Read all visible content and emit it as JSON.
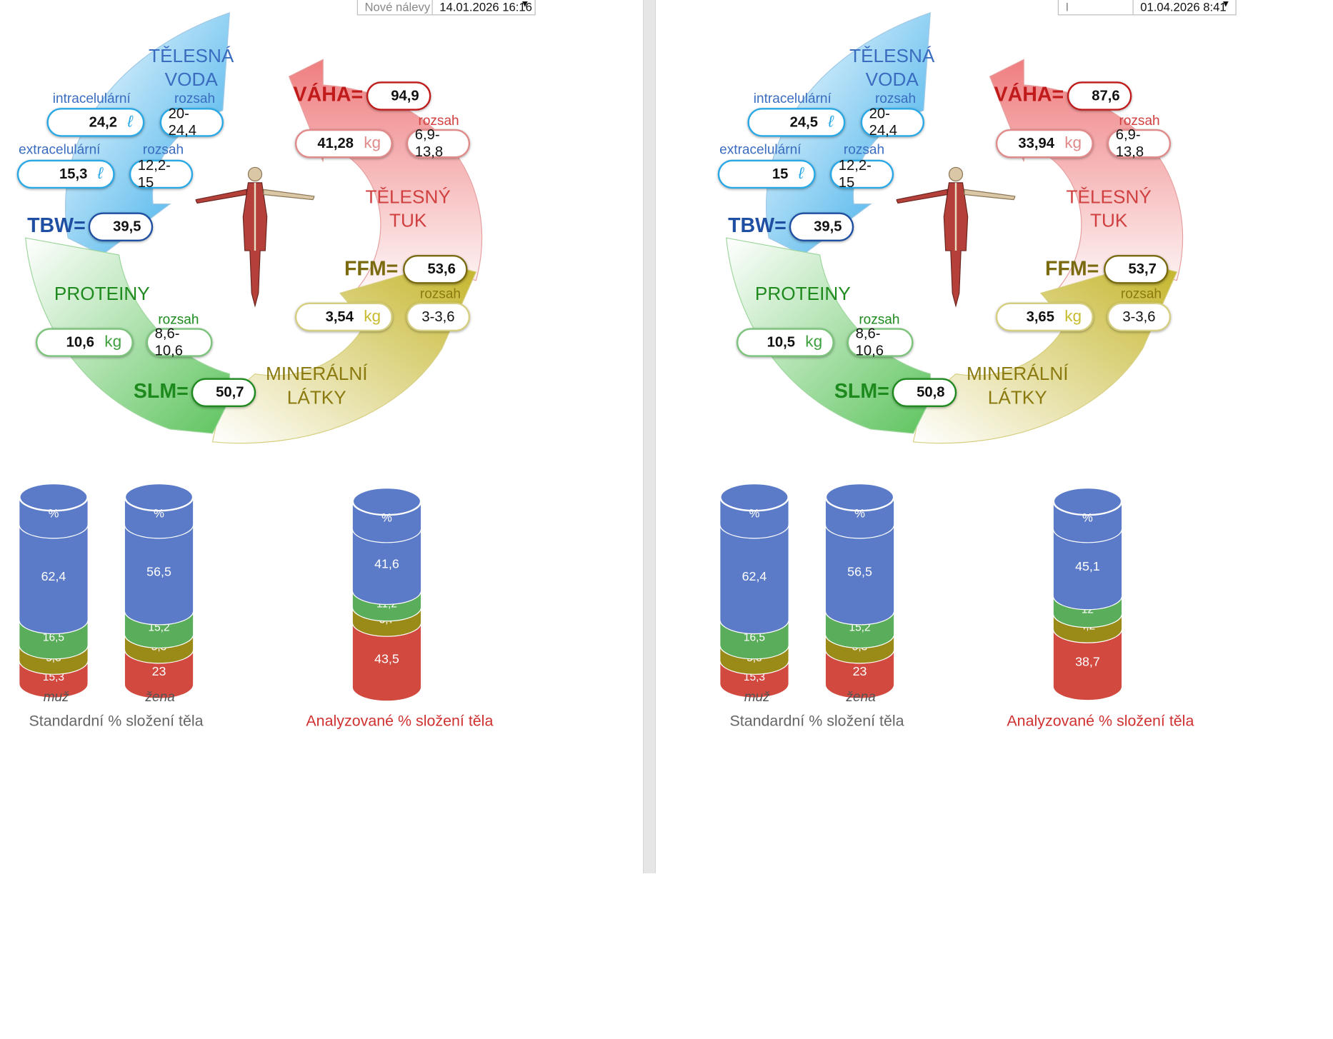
{
  "colors": {
    "water": "#29a8e6",
    "water_dark": "#1e4fa3",
    "fat": "#e0555b",
    "fat_dark": "#c01a1a",
    "mineral": "#c7bb2f",
    "mineral_dark": "#7a6a10",
    "protein": "#5cc35c",
    "protein_dark": "#1e8a1e",
    "cyl_blue": "#5b7bc8",
    "cyl_green": "#5aad5a",
    "cyl_olive": "#9a8a18",
    "cyl_red": "#d1493f"
  },
  "labels": {
    "water_title": "TĚLESNÁ\nVODA",
    "fat_title": "TĚLESNÝ\nTUK",
    "protein_title": "PROTEINY",
    "mineral_title": "MINERÁLNÍ\nLÁTKY",
    "intracellular": "intracelulární",
    "extracellular": "extracelulární",
    "range": "rozsah",
    "tbw": "TBW=",
    "weight": "VÁHA=",
    "ffm": "FFM=",
    "slm": "SLM=",
    "liter_unit": "ℓ",
    "kg_unit": "kg",
    "pct": "%",
    "male": "muž",
    "female": "žena",
    "standard_caption": "Standardní % složení těla",
    "analyzed_caption": "Analyzované % složení těla"
  },
  "left": {
    "dropdown_partial": "Nové nálevy",
    "date": "14.01.2026 16:16",
    "intracellular": "24,2",
    "intracellular_range": "20-24,4",
    "extracellular": "15,3",
    "extracellular_range": "12,2-15",
    "tbw": "39,5",
    "weight": "94,9",
    "fat": "41,28",
    "fat_range": "6,9-13,8",
    "ffm": "53,6",
    "mineral": "3,54",
    "mineral_range": "3-3,6",
    "protein": "10,6",
    "protein_range": "8,6-10,6",
    "slm": "50,7",
    "std_male": [
      "62,4",
      "16,5",
      "5,8",
      "15,3"
    ],
    "std_female": [
      "56,5",
      "15,2",
      "5,3",
      "23"
    ],
    "analyzed": [
      "41,6",
      "11,2",
      "3,7",
      "43,5"
    ]
  },
  "right": {
    "dropdown_partial": "I",
    "date": "01.04.2026 8:41",
    "intracellular": "24,5",
    "intracellular_range": "20-24,4",
    "extracellular": "15",
    "extracellular_range": "12,2-15",
    "tbw": "39,5",
    "weight": "87,6",
    "fat": "33,94",
    "fat_range": "6,9-13,8",
    "ffm": "53,7",
    "mineral": "3,65",
    "mineral_range": "3-3,6",
    "protein": "10,5",
    "protein_range": "8,6-10,6",
    "slm": "50,8",
    "std_male": [
      "62,4",
      "16,5",
      "5,8",
      "15,3"
    ],
    "std_female": [
      "56,5",
      "15,2",
      "5,3",
      "23"
    ],
    "analyzed": [
      "45,1",
      "12",
      "4,2",
      "38,7"
    ]
  }
}
